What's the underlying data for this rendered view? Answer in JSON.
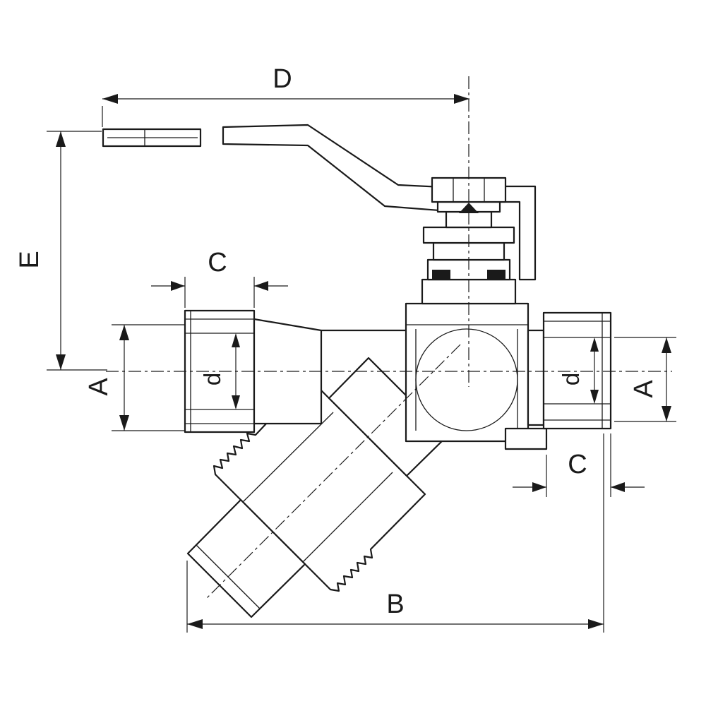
{
  "diagram": {
    "colors": {
      "line": "#1a1a1a",
      "background": "#ffffff"
    },
    "labels": {
      "width_handle_to_axis": "D",
      "height_axis_to_handle": "E",
      "left_port_thread_length": "C",
      "left_port_outer": "A",
      "left_port_bore": "d",
      "right_port_outer": "A",
      "right_port_bore": "d",
      "right_port_thread_length": "C",
      "overall_length": "B"
    }
  }
}
